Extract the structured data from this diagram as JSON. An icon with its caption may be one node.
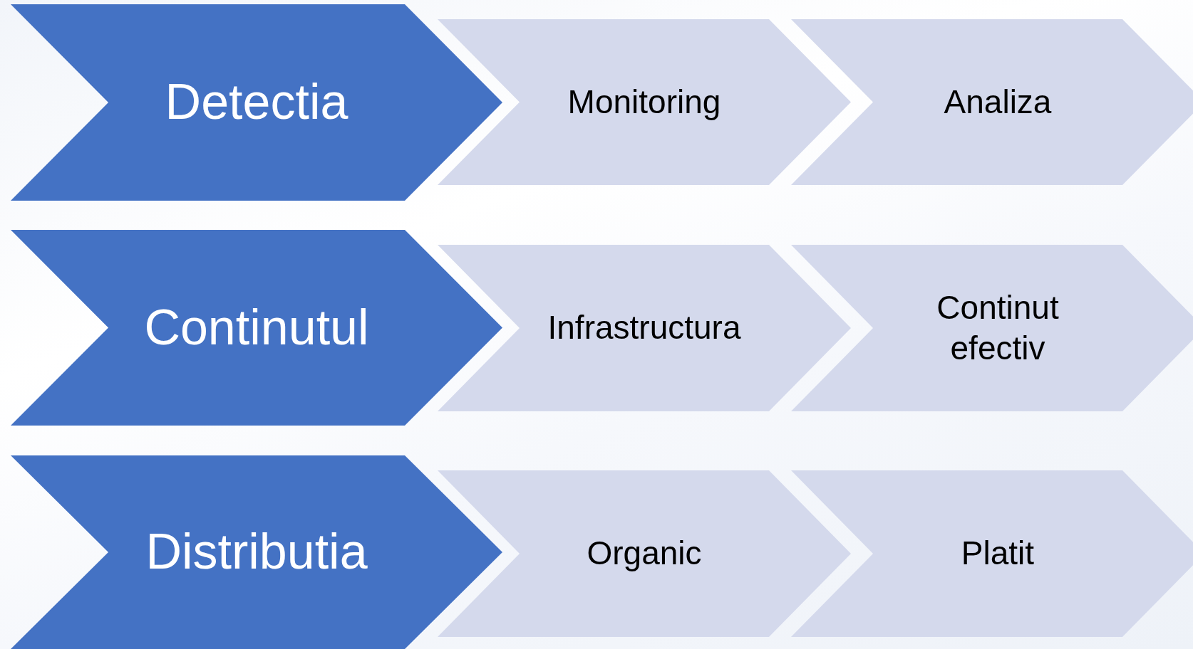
{
  "diagram": {
    "nodes": [
      {
        "text": [
          "Detectia"
        ]
      },
      {
        "text": [
          "Monitoring"
        ]
      },
      {
        "text": [
          "Analiza"
        ]
      },
      {
        "text": [
          "Continutul"
        ]
      },
      {
        "text": [
          "Infrastructura"
        ]
      },
      {
        "text": [
          "Continut efectiv"
        ]
      },
      {
        "text": [
          "Distributia"
        ]
      },
      {
        "text": [
          "Organic"
        ]
      },
      {
        "text": [
          "Platit"
        ]
      }
    ]
  }
}
